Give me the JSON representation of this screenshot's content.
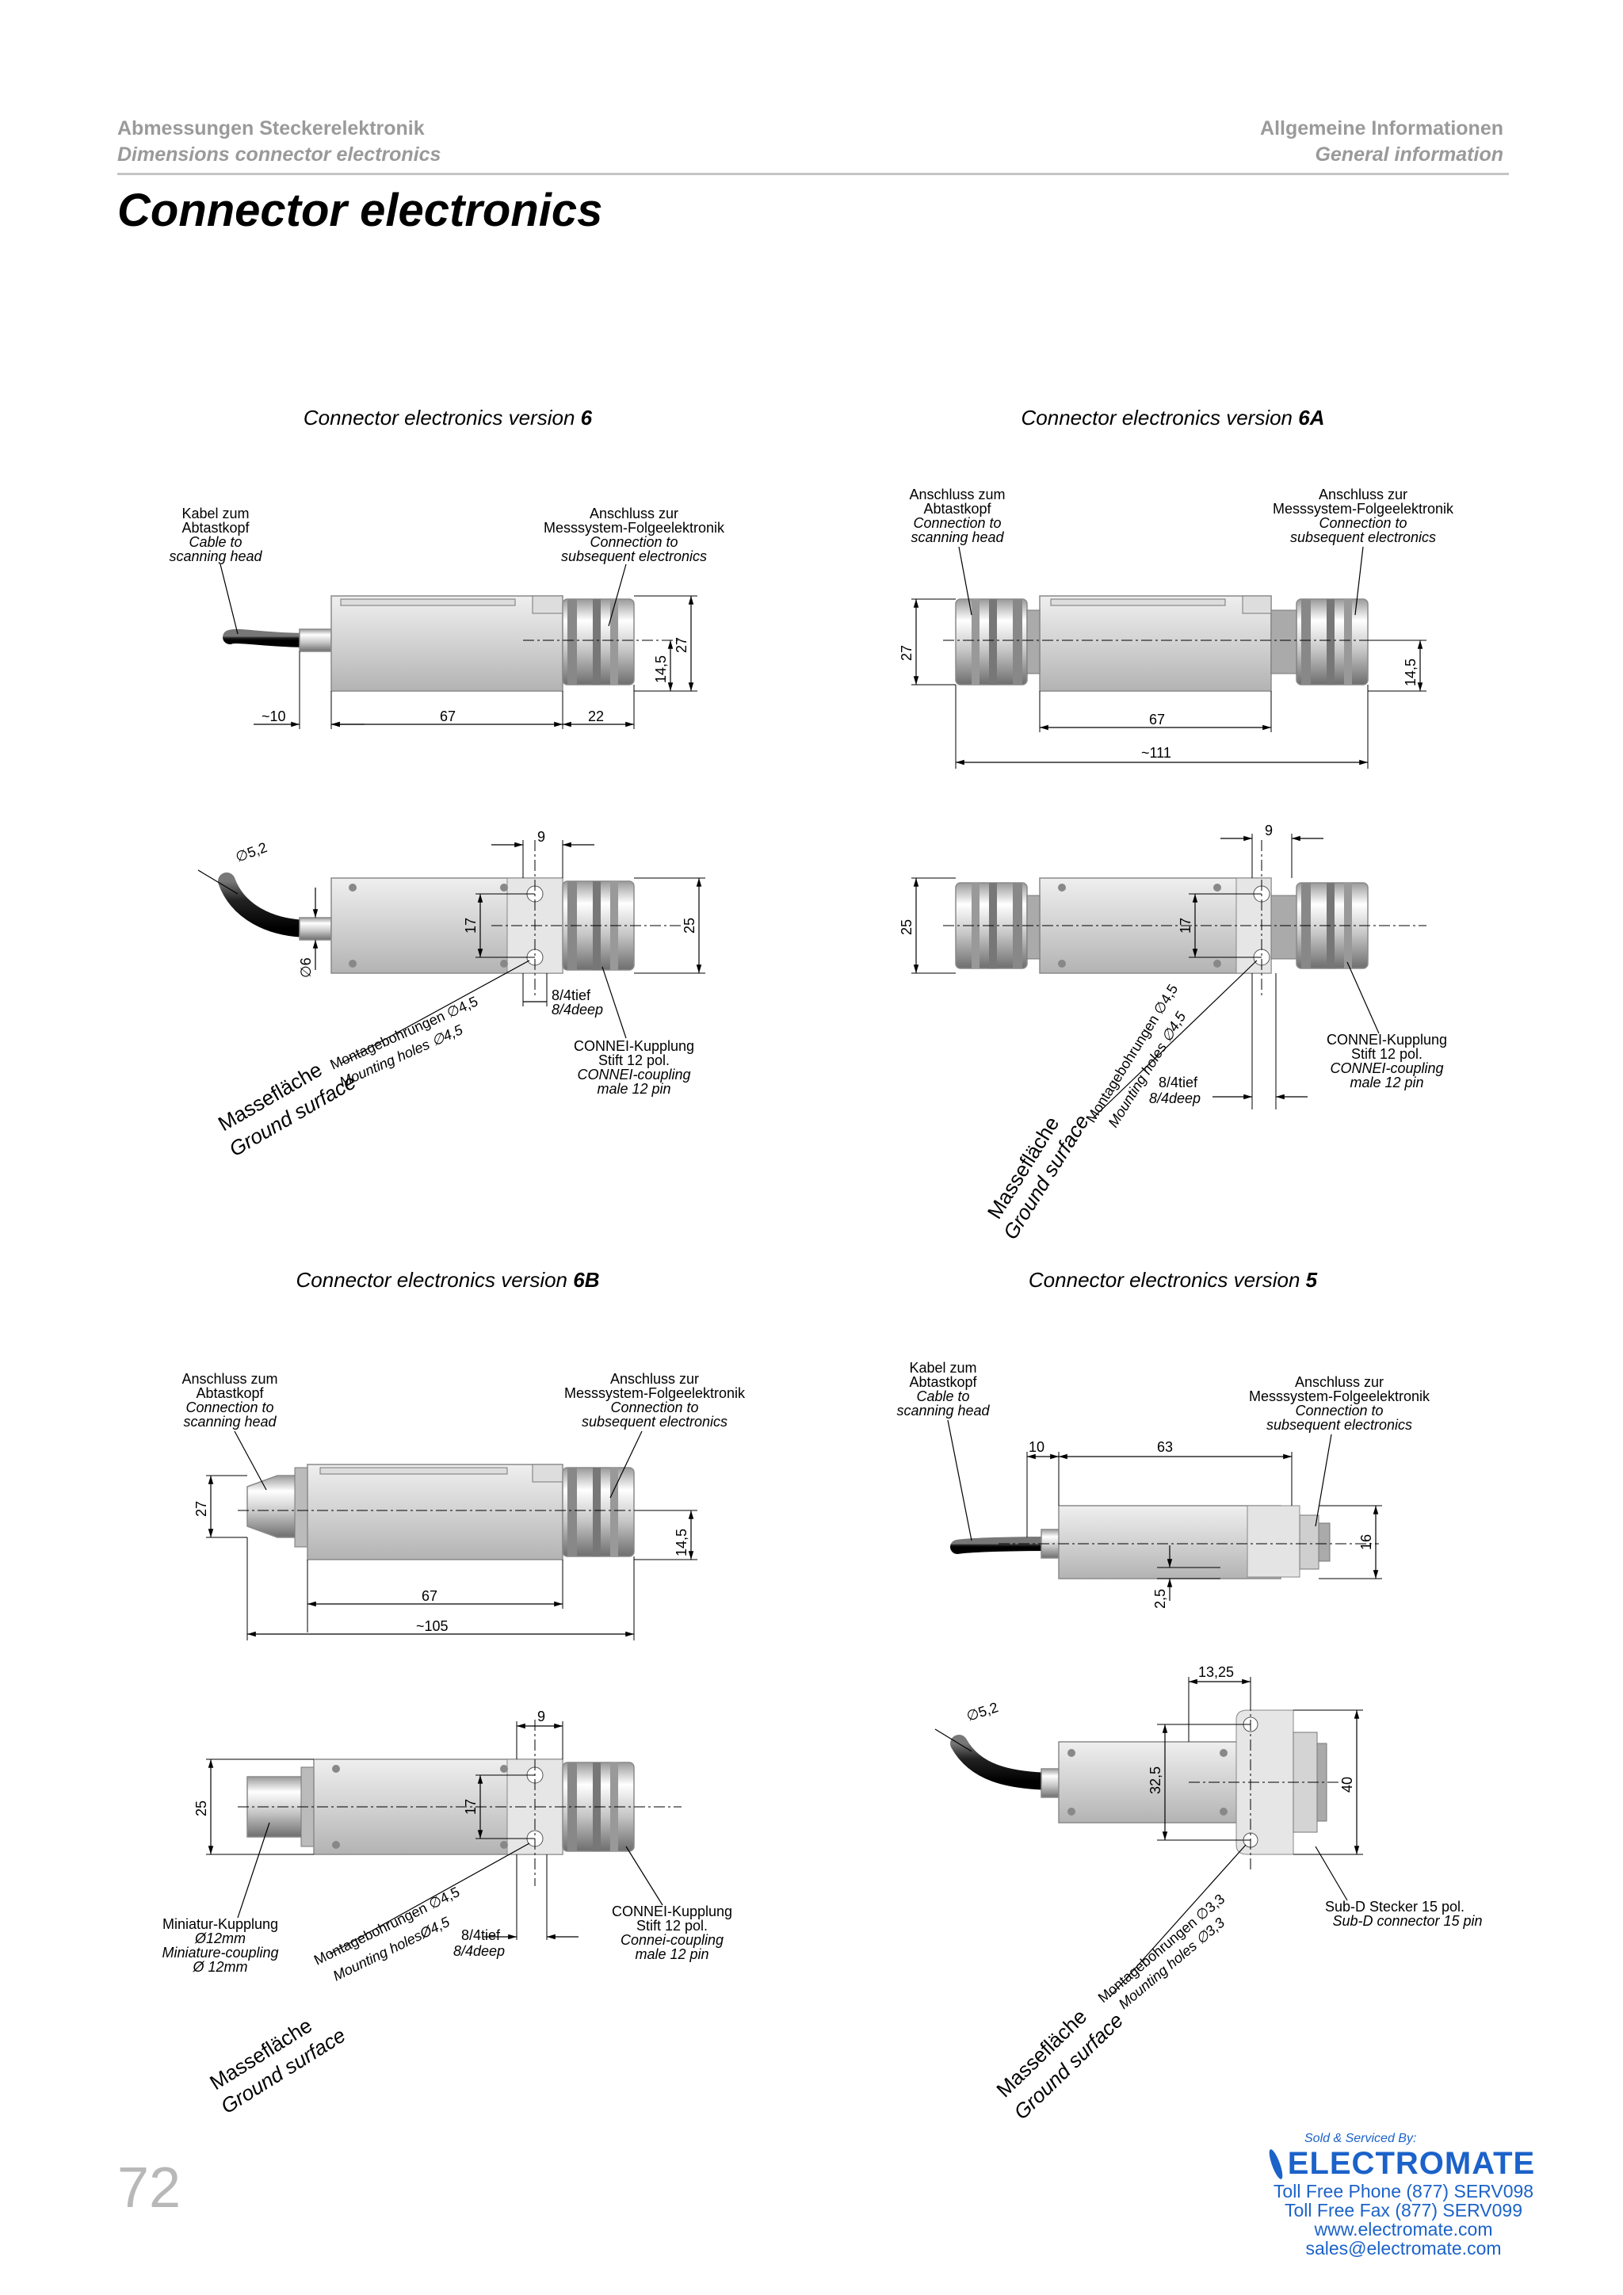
{
  "header": {
    "left_de": "Abmessungen Steckerelektronik",
    "left_en": "Dimensions connector electronics",
    "right_de": "Allgemeine Informationen",
    "right_en": "General information"
  },
  "title": "Connector electronics",
  "sections": [
    {
      "prefix": "Connector electronics version ",
      "version": "6"
    },
    {
      "prefix": "Connector electronics version ",
      "version": "6A"
    },
    {
      "prefix": "Connector electronics version ",
      "version": "6B"
    },
    {
      "prefix": "Connector electronics version ",
      "version": "5"
    }
  ],
  "labels": {
    "cable_de": [
      "Kabel zum",
      "Abtastkopf"
    ],
    "cable_en": [
      "Cable to",
      "scanning head"
    ],
    "conn_head_de": [
      "Anschluss zum",
      "Abtastkopf"
    ],
    "conn_head_en": [
      "Connection to",
      "scanning head"
    ],
    "subseq_de": [
      "Anschluss zur",
      "Messsystem-Folgeelektronik"
    ],
    "subseq_en": [
      "Connection to",
      "subsequent electronics"
    ],
    "connei_de": [
      "CONNEI-Kupplung",
      "Stift 12 pol."
    ],
    "connei_en": [
      "CONNEI-coupling",
      "male 12 pin"
    ],
    "connei_en_b": [
      "Connei-coupling",
      "male 12 pin"
    ],
    "miniatur_de": [
      "Miniatur-Kupplung",
      "Ø12mm"
    ],
    "miniatur_en": [
      "Miniature-coupling",
      "Ø 12mm"
    ],
    "subd_de": "Sub-D Stecker 15 pol.",
    "subd_en": "Sub-D connector 15 pin",
    "masse_de": "Massefläche",
    "masse_en": "Ground surface",
    "mount45_de": "Montagebohrungen ∅4,5",
    "mount45_en": "Mounting holes ∅4,5",
    "mount45_en_b": "Mounting holesØ4,5",
    "mount33_de": "Montagebohrungen ∅3,3",
    "mount33_en": "Mounting holes ∅3,3",
    "depth_de": "8/4tief",
    "depth_en": "8/4deep"
  },
  "dims": {
    "v6_top": [
      "~10",
      "67",
      "22",
      "14,5",
      "27"
    ],
    "v6_bot": [
      "∅5,2",
      "∅6",
      "17",
      "25",
      "9"
    ],
    "v6a_top": [
      "27",
      "67",
      "~111",
      "14,5"
    ],
    "v6a_bot": [
      "25",
      "17",
      "9"
    ],
    "v6b_top": [
      "27",
      "67",
      "~105",
      "14,5"
    ],
    "v6b_bot": [
      "25",
      "17",
      "9"
    ],
    "v5_top": [
      "10",
      "63",
      "16",
      "2,5"
    ],
    "v5_bot": [
      "∅5,2",
      "13,25",
      "32,5",
      "40"
    ]
  },
  "page_number": "72",
  "brand": {
    "sold": "Sold & Serviced By:",
    "name": "ELECTROMATE",
    "lines": [
      "Toll Free Phone  (877) SERV098",
      "Toll Free Fax  (877) SERV099",
      "www.electromate.com",
      "sales@electromate.com"
    ],
    "color": "#1b62c9"
  }
}
